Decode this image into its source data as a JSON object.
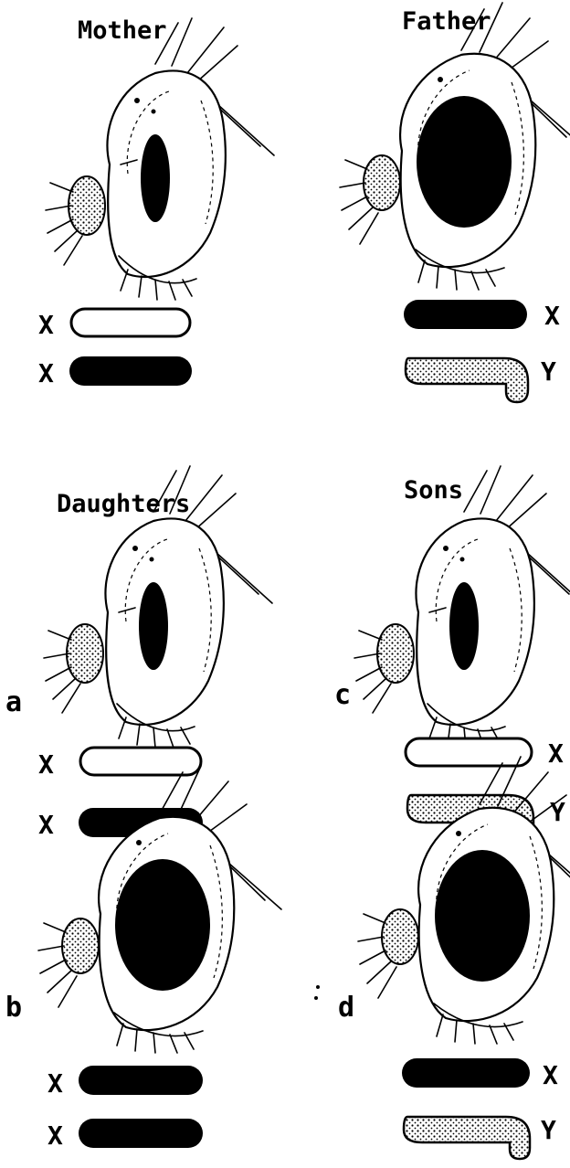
{
  "panels": {
    "mother": {
      "title": "Mother",
      "chromosomes": [
        "X",
        "X"
      ]
    },
    "father": {
      "title": "Father",
      "chromosomes": [
        "X",
        "Y"
      ]
    },
    "daughters": {
      "title": "Daughters",
      "a_letter": "a",
      "a_chromosomes": [
        "X",
        "X"
      ],
      "b_letter": "b",
      "b_chromosomes": [
        "X",
        "X"
      ]
    },
    "sons": {
      "title": "Sons",
      "c_letter": "c",
      "c_chromosomes": [
        "X",
        "Y"
      ],
      "d_letter": "d",
      "d_chromosomes": [
        "X",
        "Y"
      ]
    }
  },
  "colors": {
    "ink": "#000000",
    "paper": "#ffffff",
    "stipple": "#bdbdbd"
  }
}
